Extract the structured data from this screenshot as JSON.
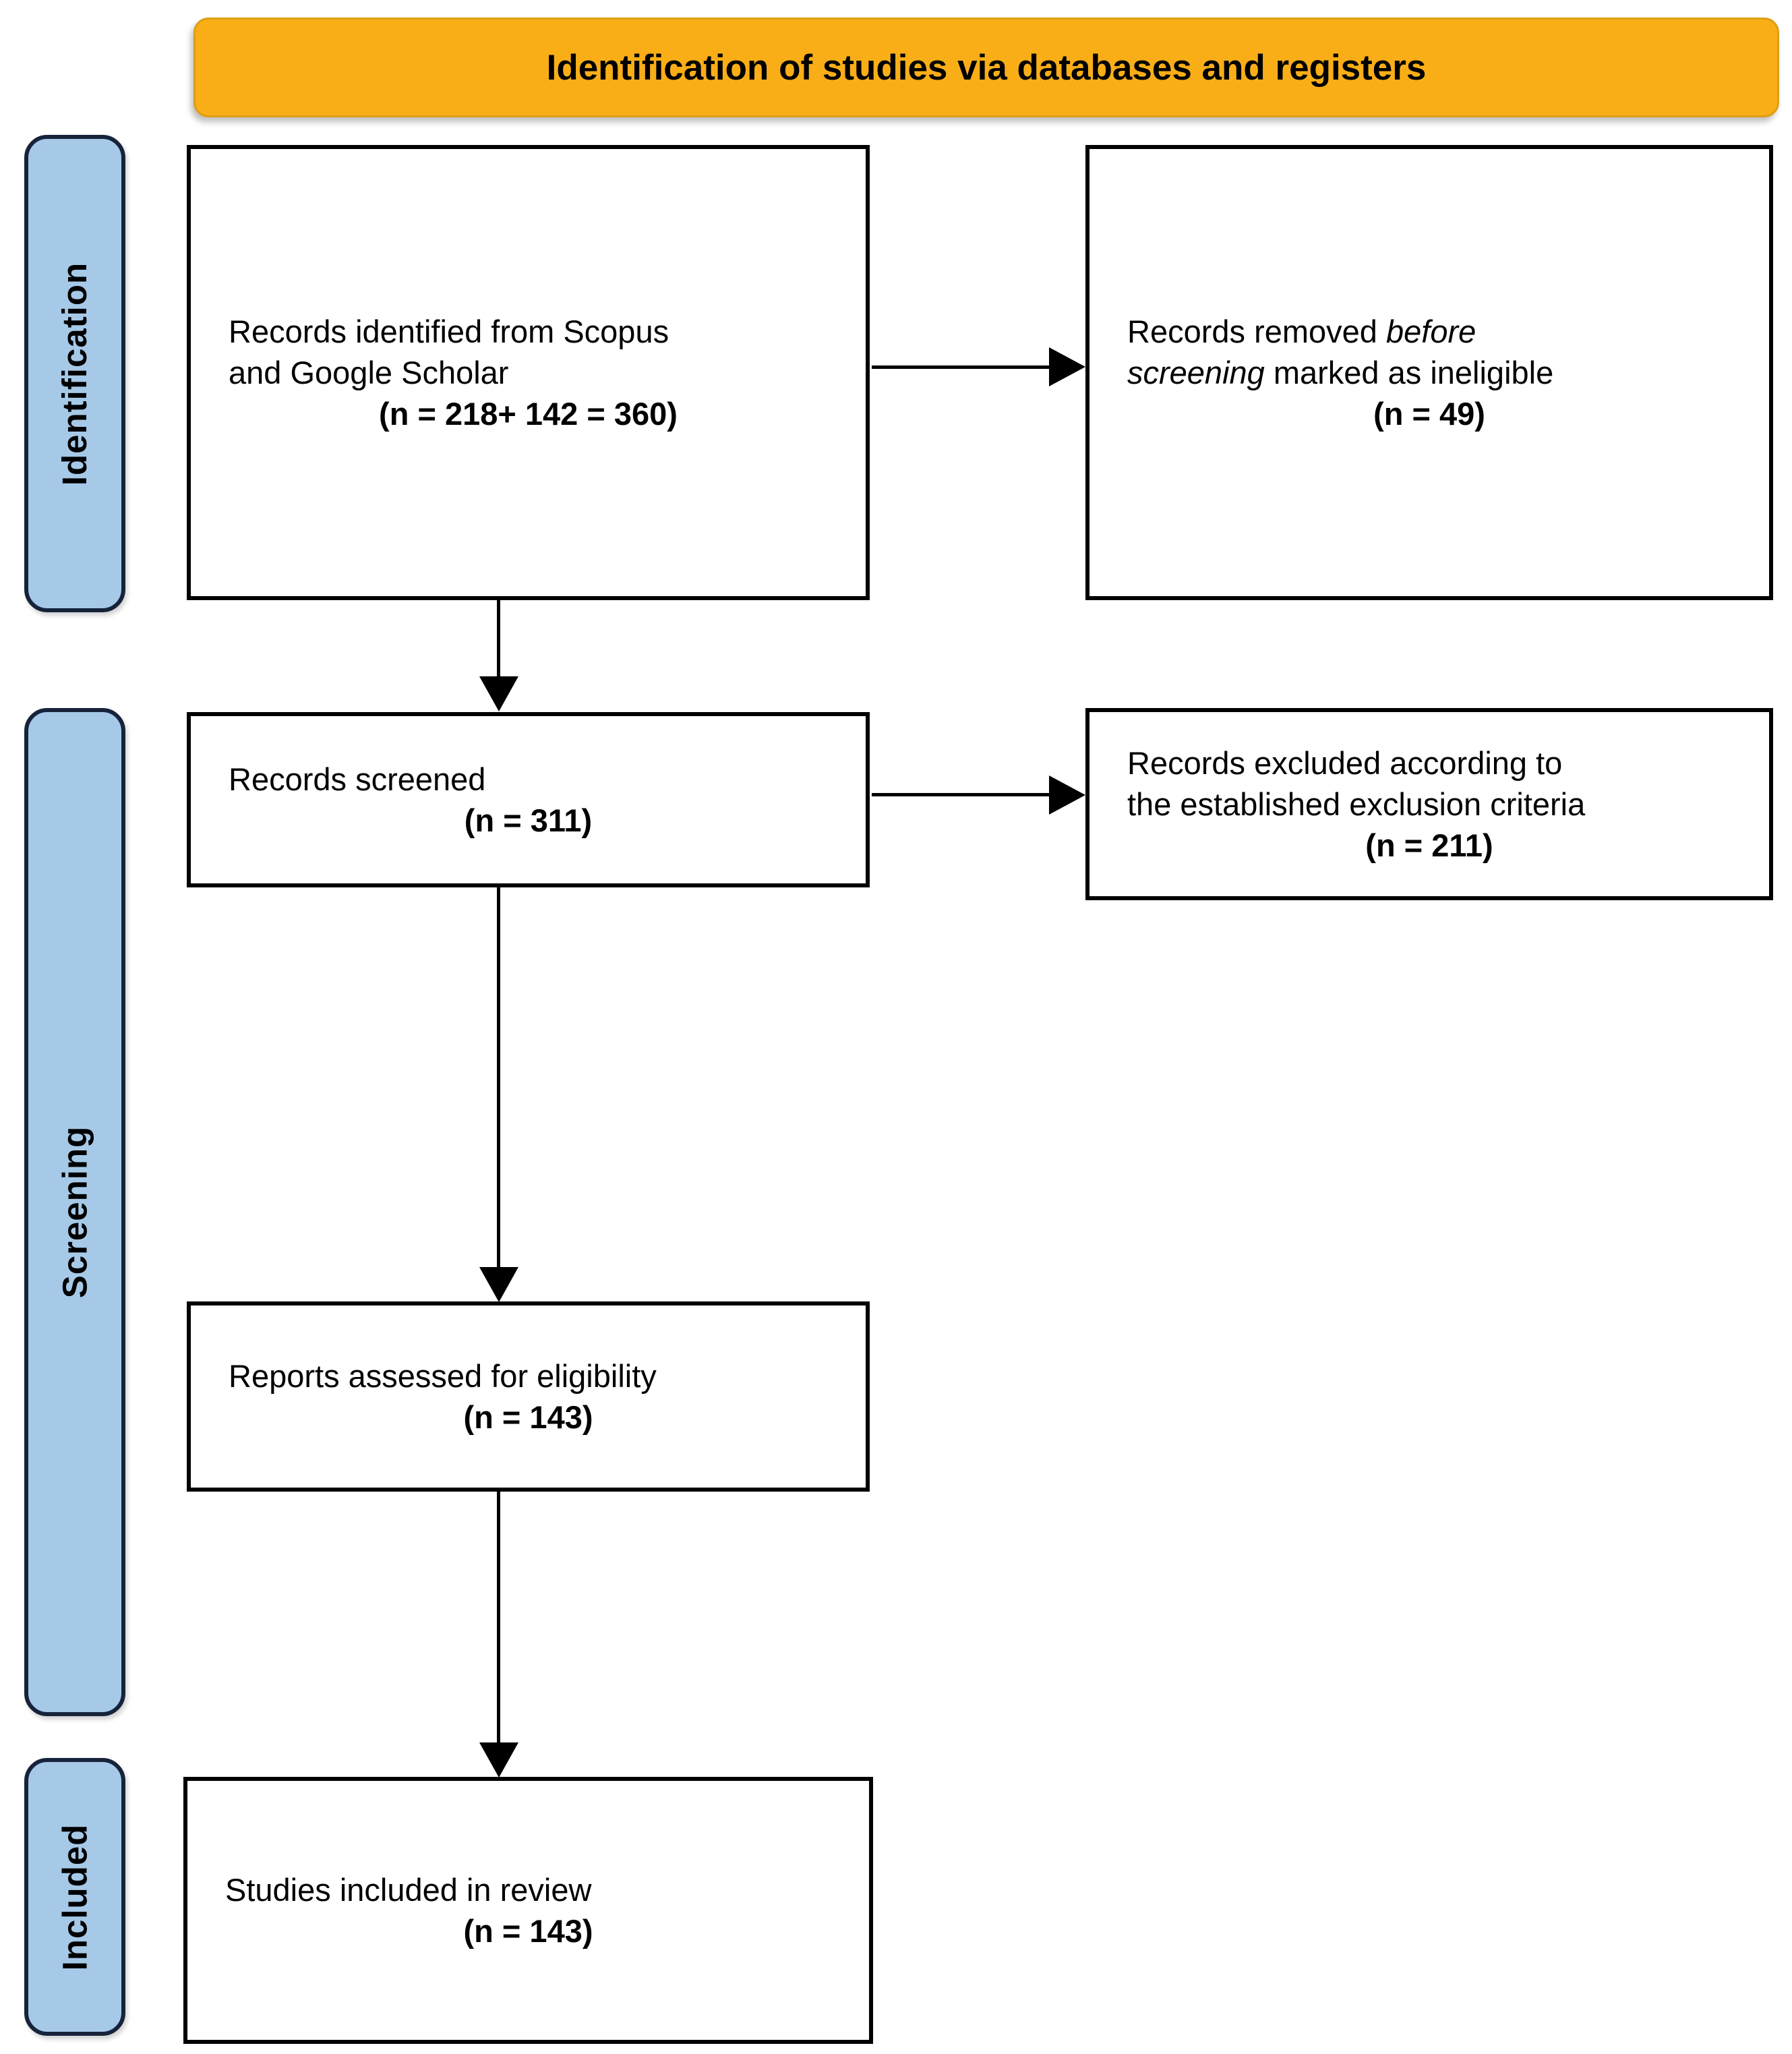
{
  "header": {
    "title": "Identification of studies via databases and registers"
  },
  "stages": {
    "identification": "Identification",
    "screening": "Screening",
    "included": "Included"
  },
  "boxes": {
    "records_identified": {
      "line1": "Records identified from Scopus",
      "line2": "and Google Scholar",
      "n": "(n = 218+ 142 = 360)"
    },
    "records_removed": {
      "line1_prefix": "Records removed ",
      "line1_italic": "before",
      "line2_italic": "screening",
      "line2_suffix": " marked as ineligible",
      "n": "(n = 49)"
    },
    "records_screened": {
      "line1": "Records screened",
      "n": "(n = 311)"
    },
    "records_excluded": {
      "line1": "Records excluded according to",
      "line2": "the established exclusion criteria",
      "n": "(n = 211)"
    },
    "reports_assessed": {
      "line1": "Reports assessed for eligibility",
      "n": "(n = 143)"
    },
    "studies_included": {
      "line1": "Studies included in review",
      "n": "(n = 143)"
    }
  },
  "colors": {
    "background": "#FFFFFF",
    "header_fill": "#F9AE17",
    "header_border": "#DC9F15",
    "stage_fill": "#A6C9E8",
    "stage_border": "#16233B",
    "box_border": "#000000",
    "arrow": "#000000",
    "text": "#000000"
  }
}
